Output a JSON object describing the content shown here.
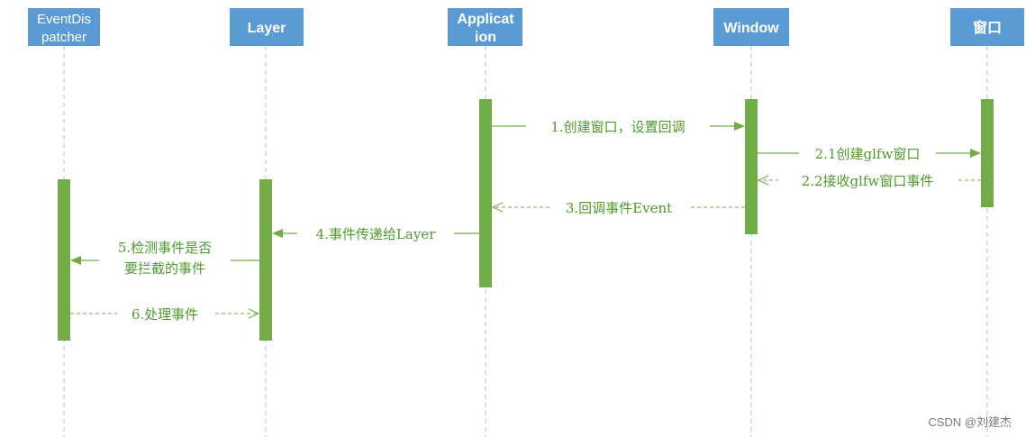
{
  "actors": [
    {
      "id": "dispatcher",
      "lines": [
        "EventDis",
        "patcher"
      ]
    },
    {
      "id": "layer",
      "lines": [
        "Layer"
      ]
    },
    {
      "id": "application",
      "lines": [
        "Applicat",
        "ion"
      ]
    },
    {
      "id": "window",
      "lines": [
        "Window"
      ]
    },
    {
      "id": "native",
      "lines": [
        "窗口"
      ]
    }
  ],
  "messages": [
    {
      "id": "m1",
      "label": "1.创建窗口，设置回调",
      "from": "application",
      "to": "window",
      "style": "solid"
    },
    {
      "id": "m21",
      "label": "2.1创建glfw窗口",
      "from": "window",
      "to": "native",
      "style": "solid"
    },
    {
      "id": "m22",
      "label": "2.2接收glfw窗口事件",
      "from": "native",
      "to": "window",
      "style": "dashed"
    },
    {
      "id": "m3",
      "label": "3.回调事件Event",
      "from": "window",
      "to": "application",
      "style": "dashed"
    },
    {
      "id": "m4",
      "label": "4.事件传递给Layer",
      "from": "application",
      "to": "layer",
      "style": "solid"
    },
    {
      "id": "m5",
      "label_lines": [
        "5.检测事件是否",
        "要拦截的事件"
      ],
      "from": "layer",
      "to": "dispatcher",
      "style": "solid"
    },
    {
      "id": "m6",
      "label": "6.处理事件",
      "from": "dispatcher",
      "to": "layer",
      "style": "dashed"
    }
  ],
  "watermark": "CSDN @刘建杰",
  "colors": {
    "actor_box": "#5b9bd5",
    "lifeline": "#9dc3e6",
    "activation": "#70ad47",
    "message_text": "#4e9a2c"
  }
}
